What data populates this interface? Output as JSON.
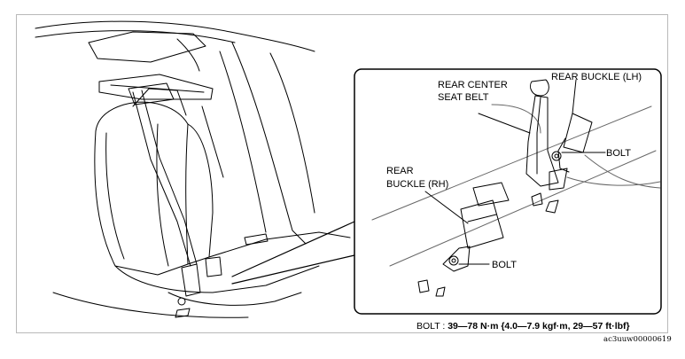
{
  "labels": {
    "rear_center_seat_belt_line1": "REAR CENTER",
    "rear_center_seat_belt_line2": "SEAT BELT",
    "rear_buckle_lh": "REAR BUCKLE (LH)",
    "bolt_upper": "BOLT",
    "rear_buckle_rh_line1": "REAR",
    "rear_buckle_rh_line2": "BUCKLE (RH)",
    "bolt_lower": "BOLT"
  },
  "torque_spec": {
    "prefix": "BOLT : ",
    "value": "39—78 N·m {4.0—7.9 kgf·m, 29—57 ft·lbf}"
  },
  "image_code": "ac3uuw00000619"
}
